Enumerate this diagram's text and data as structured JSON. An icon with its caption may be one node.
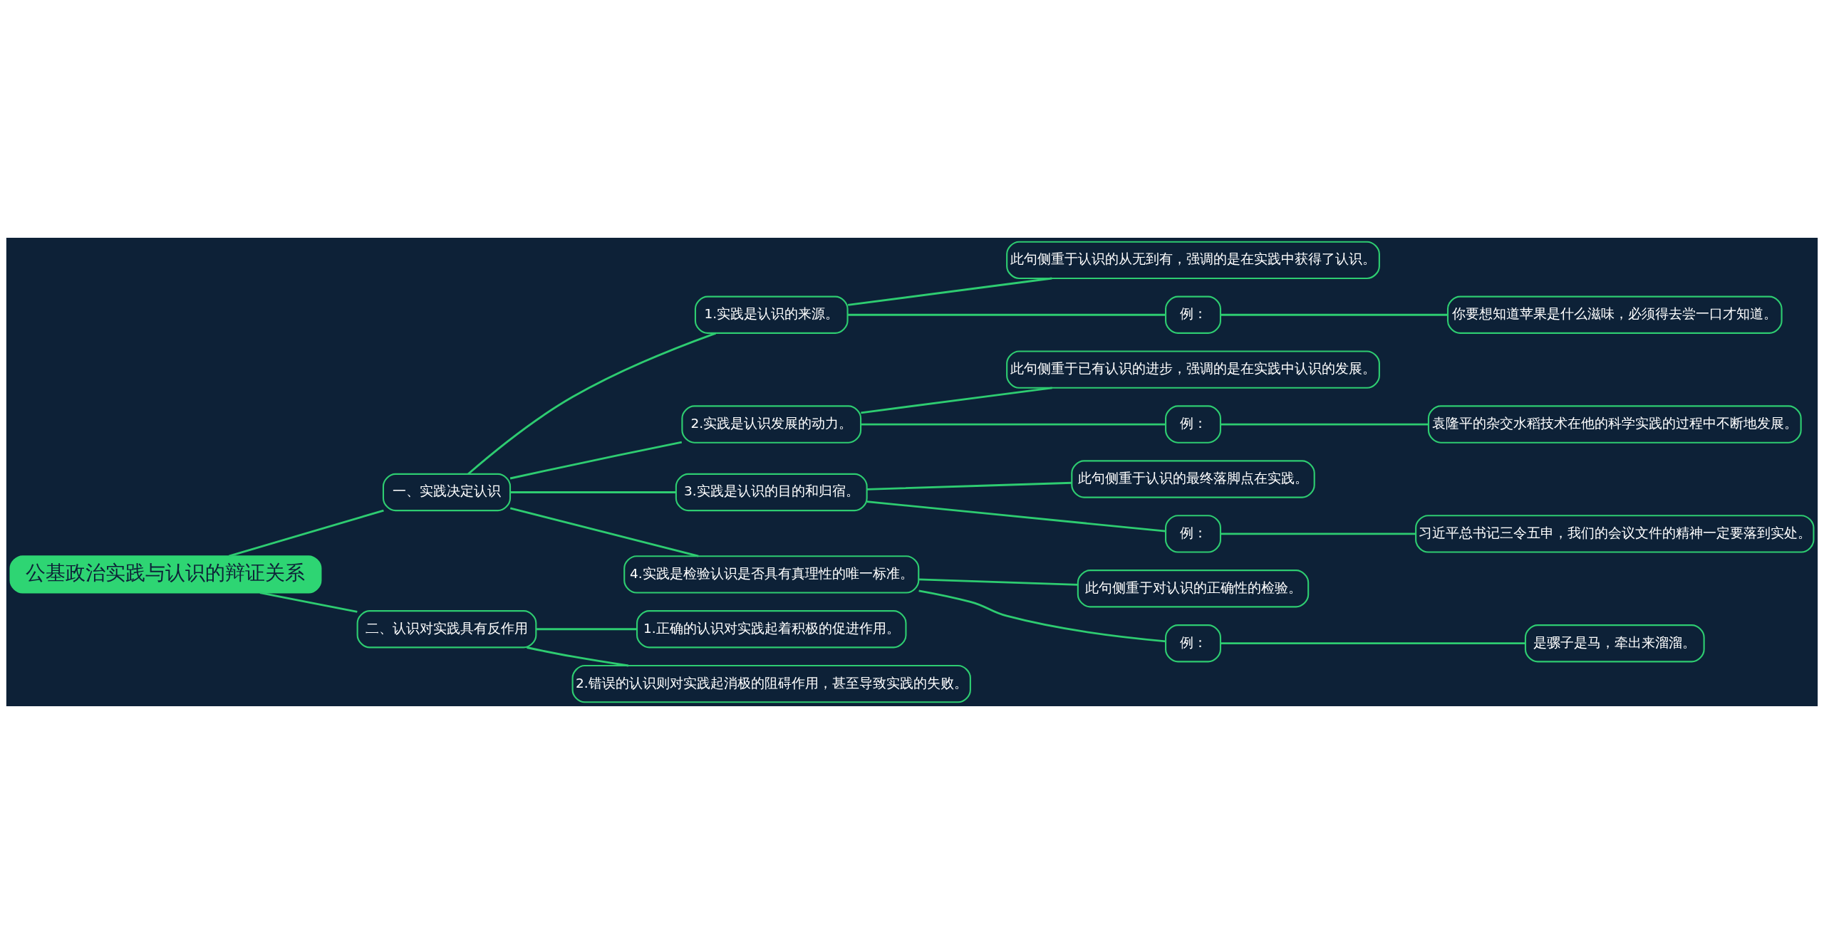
{
  "diagram": {
    "nodes": [
      {
        "text": [
          "公基政治实践与认识的辩证关系"
        ]
      },
      {
        "text": [
          "一、实践决定认识"
        ]
      },
      {
        "text": [
          "1.实践是认识的来源。"
        ]
      },
      {
        "text": [
          "此句侧重于认识的从无到有，强调的是在实践中获得了认识。"
        ]
      },
      {
        "text": [
          "例："
        ]
      },
      {
        "text": [
          "你要想知道苹果是什么滋味，必须得去尝一口才知道。"
        ]
      },
      {
        "text": [
          "2.实践是认识发展的动力。"
        ]
      },
      {
        "text": [
          "此句侧重于已有认识的进步，强调的是在实践中认识的发展。"
        ]
      },
      {
        "text": [
          "例："
        ]
      },
      {
        "text": [
          "袁隆平的杂交水稻技术在他的科学实践的过程中不断地发展。"
        ]
      },
      {
        "text": [
          "3.实践是认识的目的和归宿。"
        ]
      },
      {
        "text": [
          "此句侧重于认识的最终落脚点在实践。"
        ]
      },
      {
        "text": [
          "例："
        ]
      },
      {
        "text": [
          "习近平总书记三令五申，我们的会议文件的精神一定要落到实处。"
        ]
      },
      {
        "text": [
          "4.实践是检验认识是否具有真理性的唯一标准。"
        ]
      },
      {
        "text": [
          "此句侧重于对认识的正确性的检验。"
        ]
      },
      {
        "text": [
          "例："
        ]
      },
      {
        "text": [
          "是骡子是马，牵出来溜溜。"
        ]
      },
      {
        "text": [
          "二、认识对实践具有反作用"
        ]
      },
      {
        "text": [
          "1.正确的认识对实践起着积极的促进作用。"
        ]
      },
      {
        "text": [
          "2.错误的认识则对实践起消极的阻碍作用，甚至导致实践的失败。"
        ]
      }
    ],
    "edges": [
      {
        "from": 0,
        "to": 1,
        "arrow": "none"
      },
      {
        "from": 1,
        "to": 2,
        "arrow": "none"
      },
      {
        "from": 2,
        "to": 3,
        "arrow": "none"
      },
      {
        "from": 2,
        "to": 4,
        "arrow": "none"
      },
      {
        "from": 4,
        "to": 5,
        "arrow": "none"
      },
      {
        "from": 1,
        "to": 6,
        "arrow": "none"
      },
      {
        "from": 6,
        "to": 7,
        "arrow": "none"
      },
      {
        "from": 6,
        "to": 8,
        "arrow": "none"
      },
      {
        "from": 8,
        "to": 9,
        "arrow": "none"
      },
      {
        "from": 1,
        "to": 10,
        "arrow": "none"
      },
      {
        "from": 10,
        "to": 11,
        "arrow": "none"
      },
      {
        "from": 10,
        "to": 12,
        "arrow": "none"
      },
      {
        "from": 12,
        "to": 13,
        "arrow": "none"
      },
      {
        "from": 1,
        "to": 14,
        "arrow": "none"
      },
      {
        "from": 14,
        "to": 15,
        "arrow": "none"
      },
      {
        "from": 14,
        "to": 16,
        "arrow": "none"
      },
      {
        "from": 16,
        "to": 17,
        "arrow": "none"
      },
      {
        "from": 0,
        "to": 18,
        "arrow": "none"
      },
      {
        "from": 18,
        "to": 19,
        "arrow": "none"
      },
      {
        "from": 18,
        "to": 20,
        "arrow": "none"
      }
    ]
  }
}
